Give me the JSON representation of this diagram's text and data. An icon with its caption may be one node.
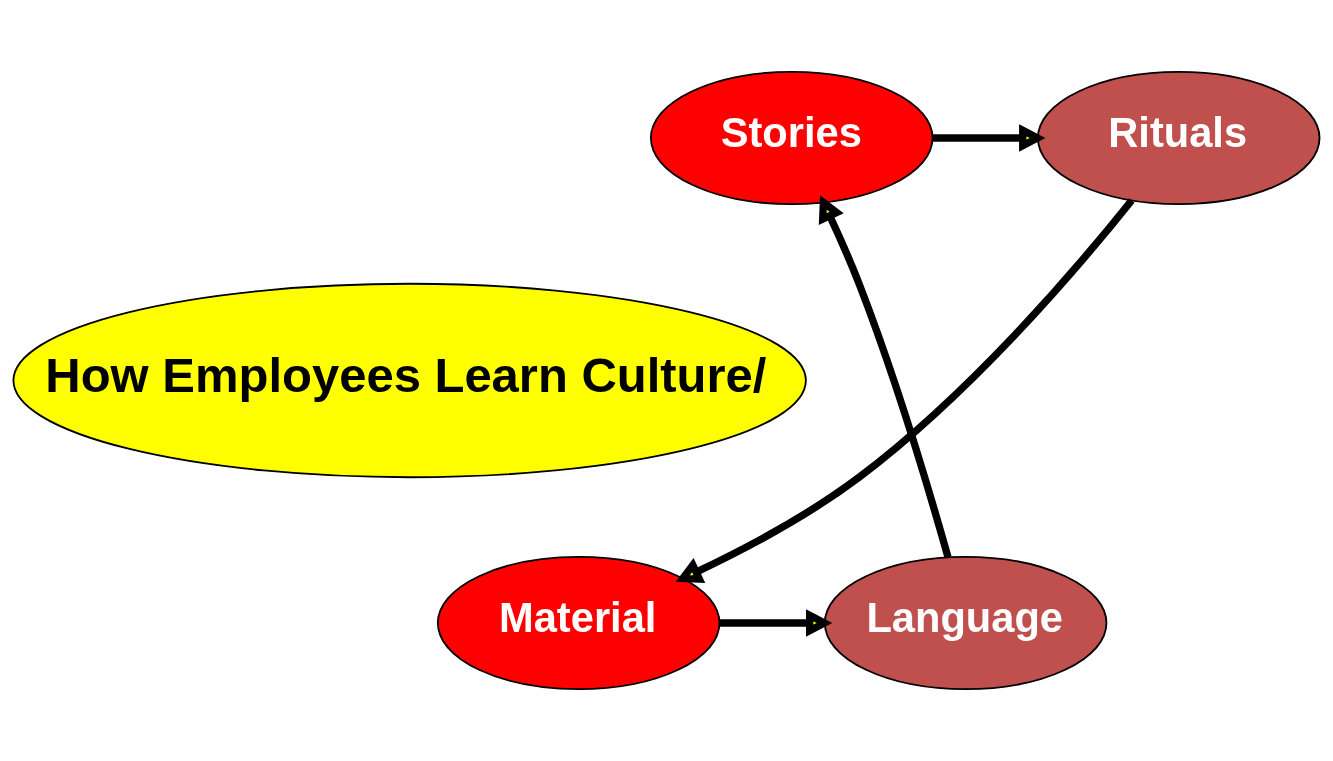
{
  "diagram": {
    "nodes": [
      {
        "text": [
          "Stories"
        ]
      },
      {
        "text": [
          "Rituals"
        ]
      },
      {
        "text": [
          "How Employees Learn Culture/"
        ]
      },
      {
        "text": [
          "Language"
        ]
      },
      {
        "text": [
          "Material"
        ]
      }
    ],
    "edges": [
      {
        "from": 0,
        "to": 1,
        "arrow": "to"
      },
      {
        "from": 1,
        "to": 4,
        "arrow": "to"
      },
      {
        "from": 4,
        "to": 3,
        "arrow": "to"
      },
      {
        "from": 3,
        "to": 0,
        "arrow": "to"
      }
    ]
  }
}
